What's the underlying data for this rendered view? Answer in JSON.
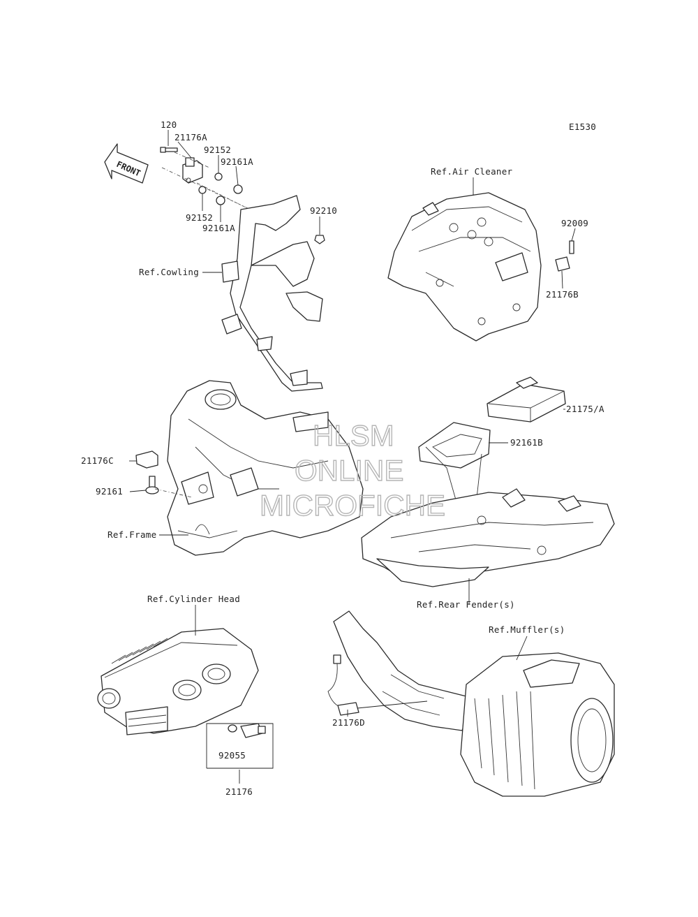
{
  "diagram_code": "E1530",
  "front_arrow": "FRONT",
  "watermark": {
    "line1": "HLSM",
    "line2": "ONLINE",
    "line3": "MICROFICHE"
  },
  "labels": {
    "p120": "120",
    "p21176A": "21176A",
    "p92152_top": "92152",
    "p92161A_top": "92161A",
    "p92152_bot": "92152",
    "p92161A_bot": "92161A",
    "p92210": "92210",
    "ref_cowling": "Ref.Cowling",
    "ref_air_cleaner": "Ref.Air Cleaner",
    "p92009": "92009",
    "p21176B": "21176B",
    "p21175A": "21175/A",
    "p92161B": "92161B",
    "p21176C": "21176C",
    "p92161": "92161",
    "ref_frame": "Ref.Frame",
    "ref_rear_fender": "Ref.Rear Fender(s)",
    "ref_cylinder_head": "Ref.Cylinder Head",
    "ref_mufflers": "Ref.Muffler(s)",
    "p21176D": "21176D",
    "p92055": "92055",
    "p21176": "21176"
  }
}
